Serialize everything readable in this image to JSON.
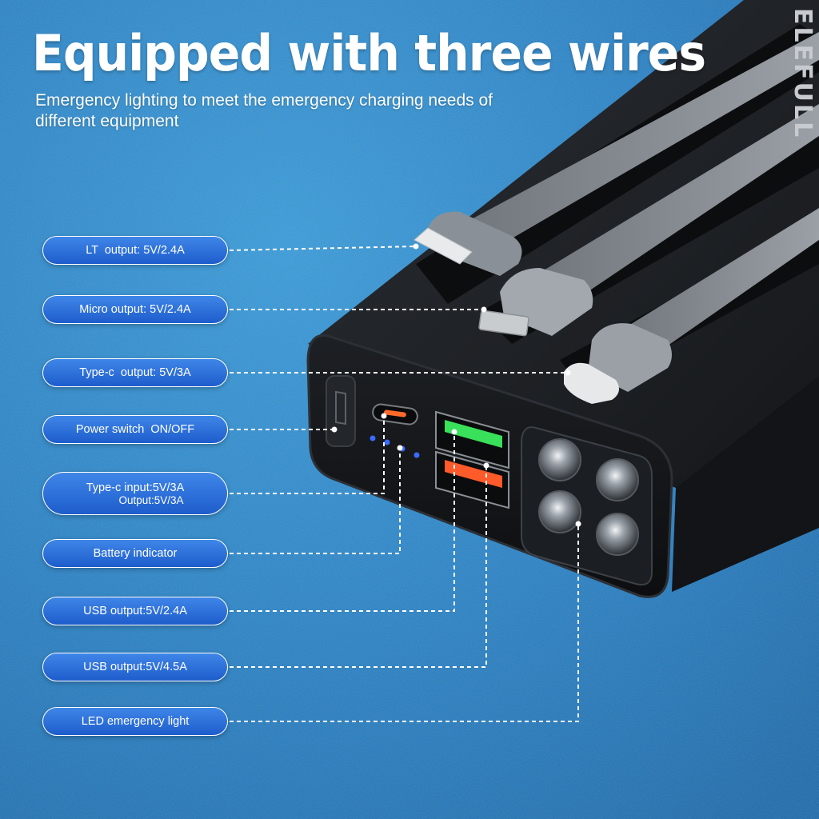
{
  "title": "Equipped with three wires",
  "subtitle": "Emergency lighting to meet the emergency charging needs of different equipment",
  "brand": "ELEFULL",
  "callouts": [
    {
      "label": "LT  output: 5V/2.4A"
    },
    {
      "label": "Micro output: 5V/2.4A"
    },
    {
      "label": "Type-c  output: 5V/3A"
    },
    {
      "label": "Power switch  ON/OFF"
    },
    {
      "label": "Type-c input:5V/3A",
      "label2": "Output:5V/3A"
    },
    {
      "label": "Battery indicator"
    },
    {
      "label": "USB output:5V/2.4A"
    },
    {
      "label": "USB output:5V/4.5A"
    },
    {
      "label": "LED emergency light"
    }
  ],
  "colors": {
    "background": "#2a7fc0",
    "pill": "#2a6fdc",
    "device": "#16181b",
    "usb_green": "#39e05a",
    "usb_orange": "#ff5a2a",
    "indicator": "#3a6bff"
  }
}
